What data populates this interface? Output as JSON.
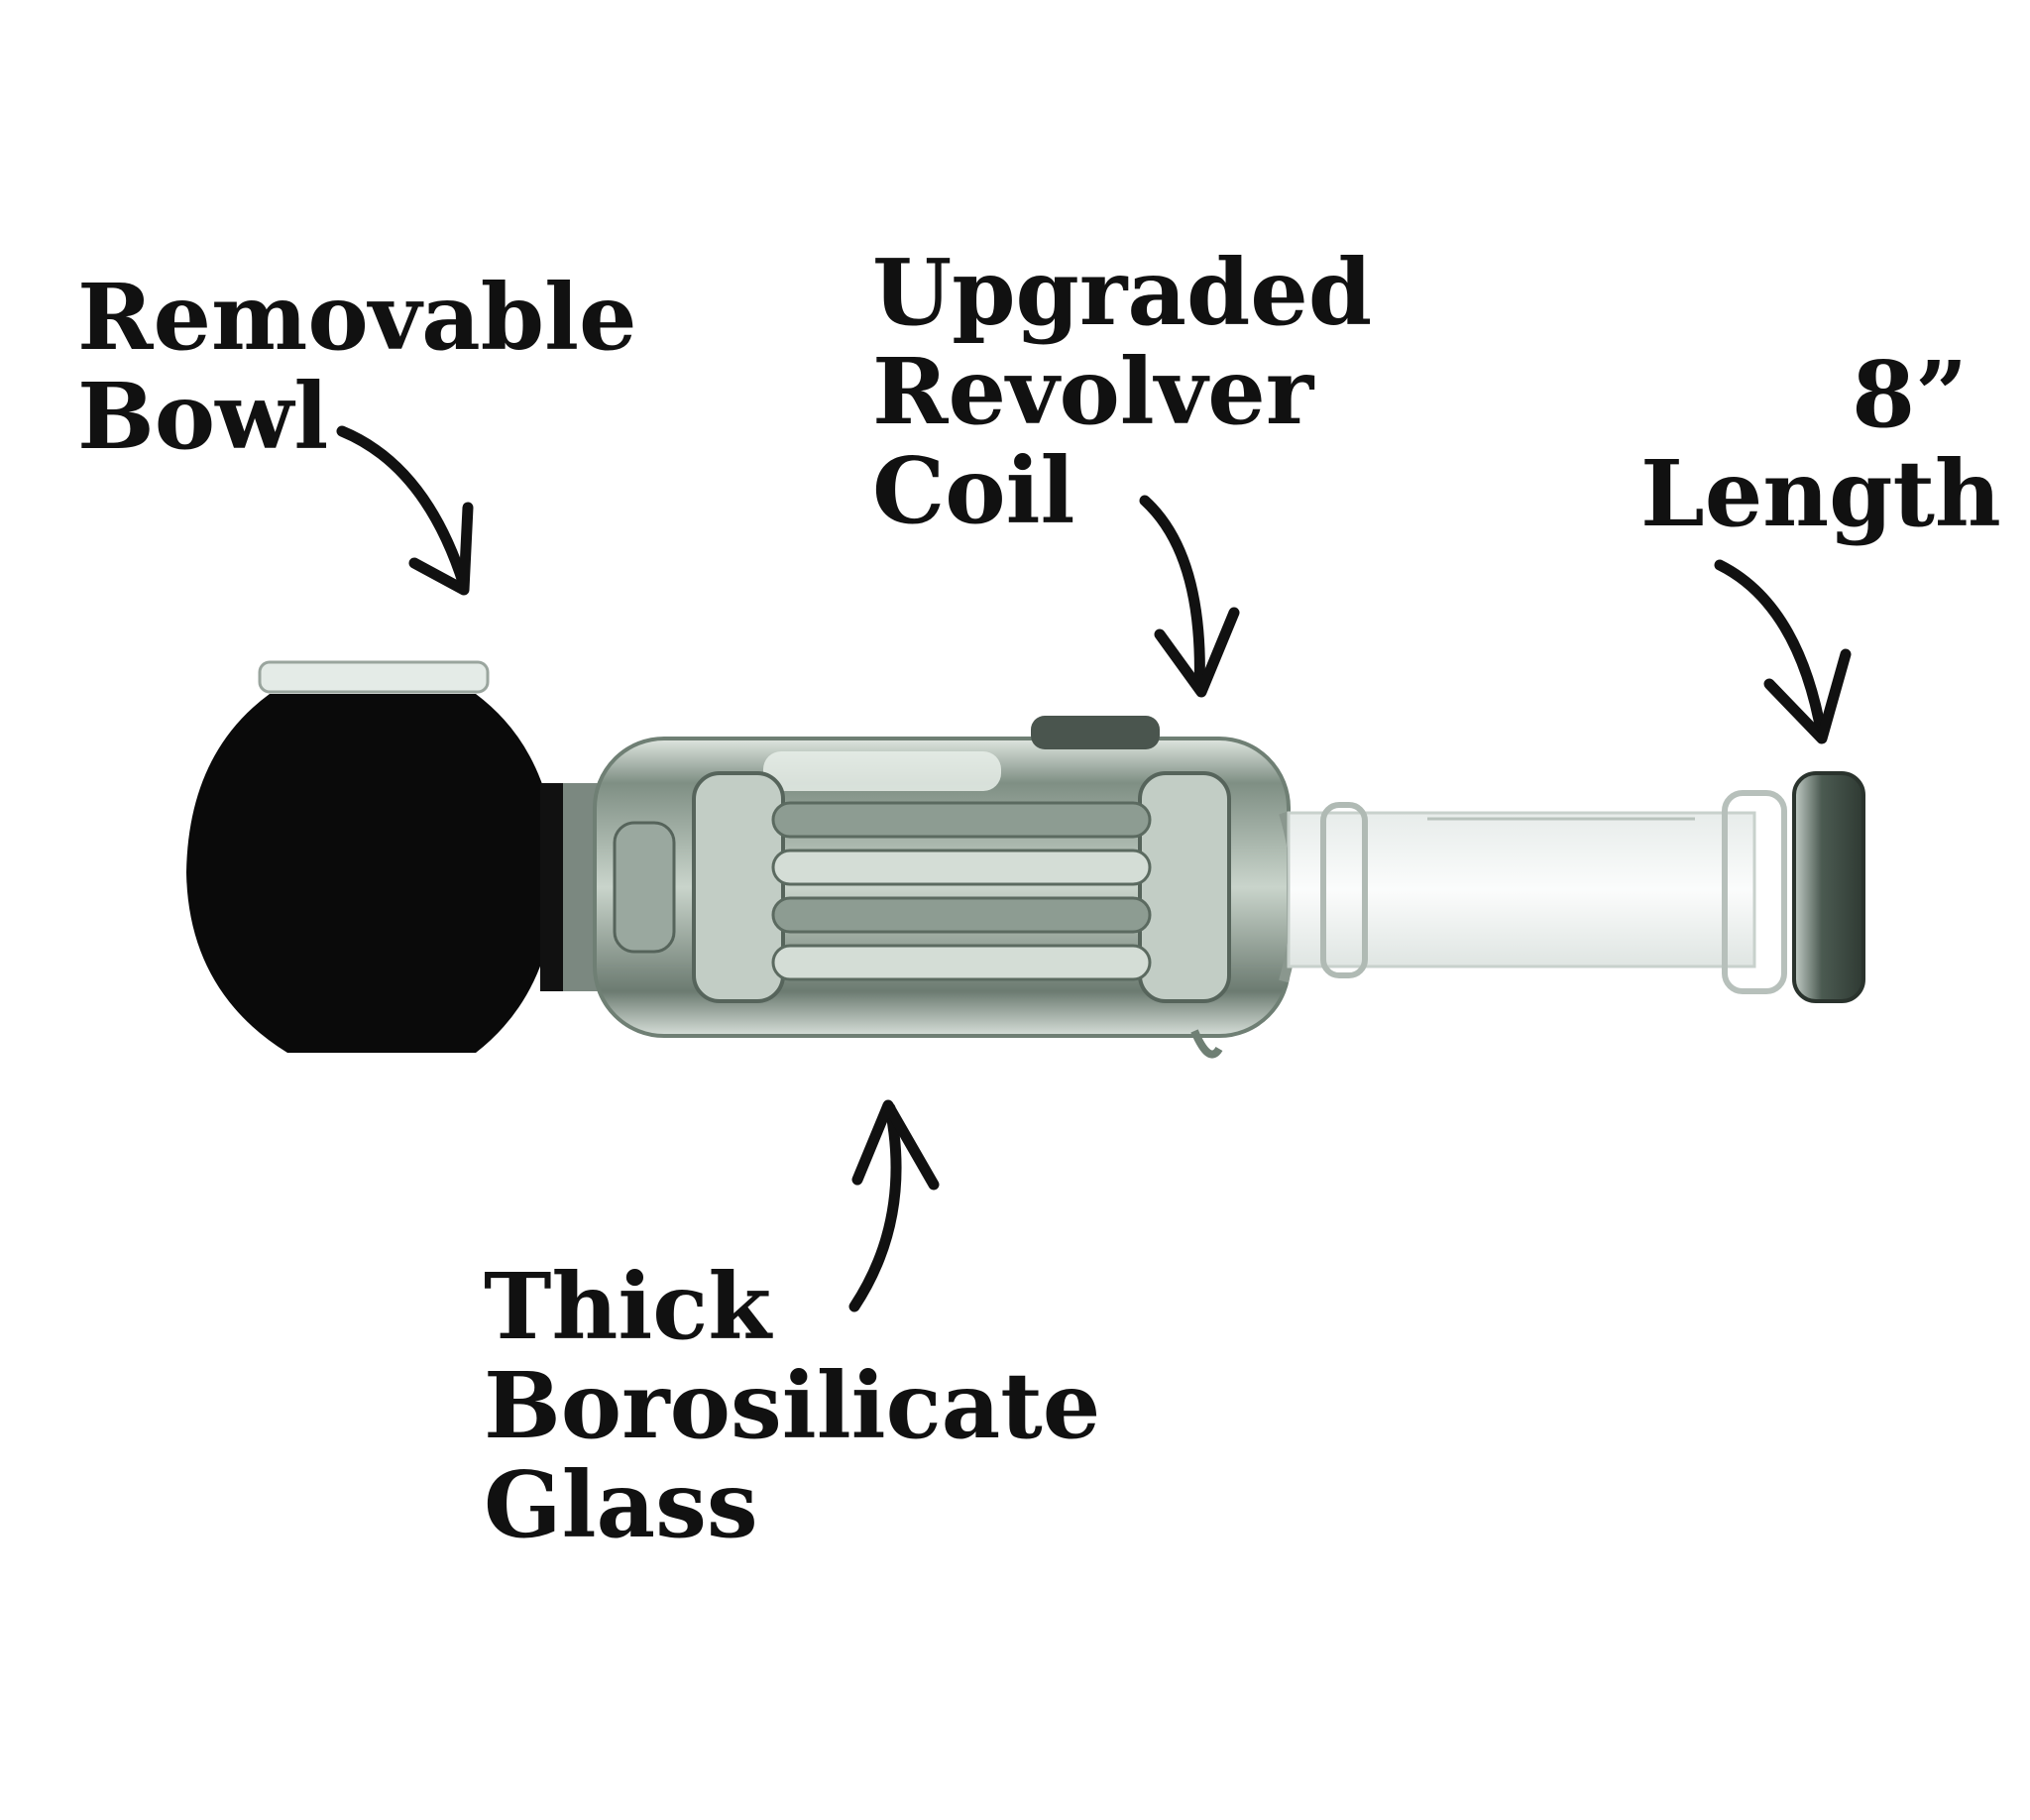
{
  "labels": {
    "bowl": [
      "Removable",
      "Bowl"
    ],
    "coil": [
      "Upgraded",
      "Revolver",
      "Coil"
    ],
    "length": [
      "8”",
      "Length"
    ],
    "glass": [
      "Thick",
      "Borosilicate",
      "Glass"
    ]
  },
  "colors": {
    "text": "#111111",
    "bowl_black": "#0a0a0a",
    "glass_tint": "#a9b8ac",
    "glass_dark": "#55645a",
    "mouthpiece": "#3d4a42"
  },
  "icons": [
    "curved-arrow-icon"
  ]
}
